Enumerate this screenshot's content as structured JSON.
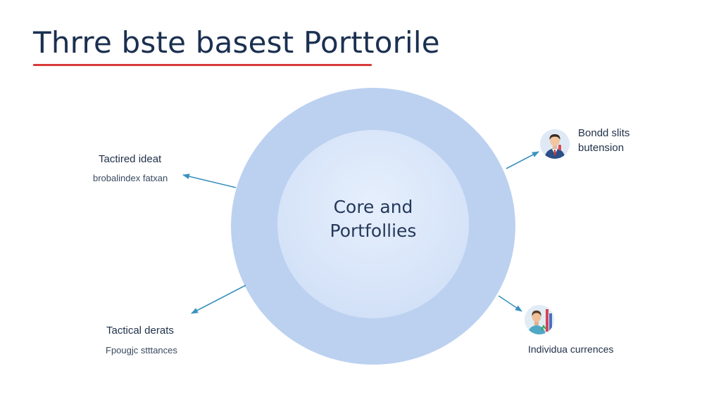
{
  "title": "Thrre bste basest Porttorile",
  "center": {
    "line1": "Core and",
    "line2": "Portfollies"
  },
  "nodes": {
    "top_left": {
      "title": "Tactired ideat",
      "subtitle": "brobalindex fatxan"
    },
    "bottom_left": {
      "title": "Tactical derats",
      "subtitle": "Fpougjc stttances"
    },
    "top_right": {
      "line1": "Bondd slits",
      "line2": "butension",
      "icon": "businessman-icon"
    },
    "bottom_right": {
      "label": "Individua currences",
      "icon": "person-chart-icon"
    }
  },
  "colors": {
    "title": "#1b3050",
    "underline": "#d93a3a",
    "outer_circle": "#bcd1f0",
    "inner_circle": "#d4e2f8",
    "arrow": "#3b92be"
  }
}
